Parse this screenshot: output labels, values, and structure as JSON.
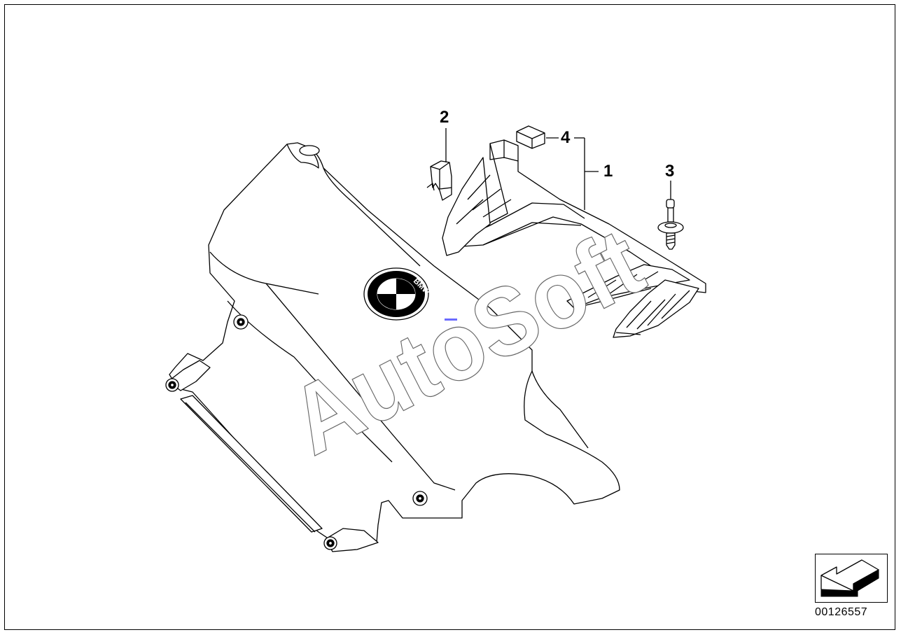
{
  "diagram": {
    "callouts": {
      "part_1": "1",
      "part_2": "2",
      "part_3": "3",
      "part_4": "4"
    },
    "diagram_number": "00126557",
    "watermark": "AutoSoft",
    "emblem_text": "BMW",
    "colors": {
      "line": "#000000",
      "background": "#ffffff",
      "emblem_dark": "#000000",
      "watermark_fill": "#ffffff",
      "marker": "#6b6bff"
    }
  }
}
